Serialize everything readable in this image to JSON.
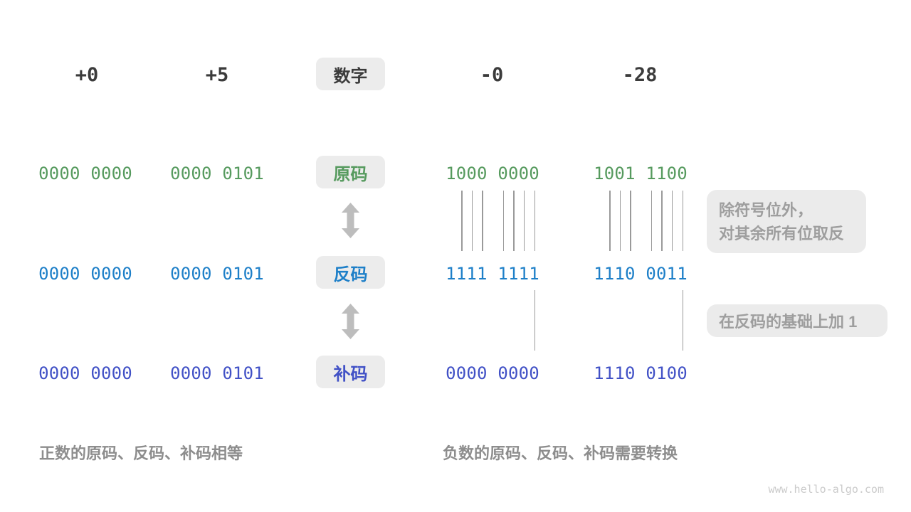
{
  "labels": {
    "number": "数字",
    "sign_magnitude": "原码",
    "ones_complement": "反码",
    "twos_complement": "补码"
  },
  "columns": [
    {
      "number": "+0",
      "sign_magnitude": "0000 0000",
      "ones_complement": "0000 0000",
      "twos_complement": "0000 0000"
    },
    {
      "number": "+5",
      "sign_magnitude": "0000 0101",
      "ones_complement": "0000 0101",
      "twos_complement": "0000 0101"
    },
    {
      "number": "-0",
      "sign_magnitude": "1000 0000",
      "ones_complement": "1111 1111",
      "twos_complement": "0000 0000"
    },
    {
      "number": "-28",
      "sign_magnitude": "1001 1100",
      "ones_complement": "1110 0011",
      "twos_complement": "1110 0100"
    }
  ],
  "annotations": {
    "flip_line1": "除符号位外，",
    "flip_line2": "对其余所有位取反",
    "add_one": "在反码的基础上加 1"
  },
  "captions": {
    "positive": "正数的原码、反码、补码相等",
    "negative": "负数的原码、反码、补码需要转换"
  },
  "watermark": "www.hello-algo.com",
  "colors": {
    "sign_magnitude_green": "#569a5e",
    "ones_complement_blue": "#1d7fc8",
    "twos_complement_indigo": "#4151c6",
    "badge_background": "#ececec",
    "note_background": "#ebebeb",
    "arrow_gray": "#bdbdbd",
    "line_gray": "#9a9a9a",
    "caption_gray": "#8d8d8d",
    "header_dark": "#3b3b3b"
  }
}
